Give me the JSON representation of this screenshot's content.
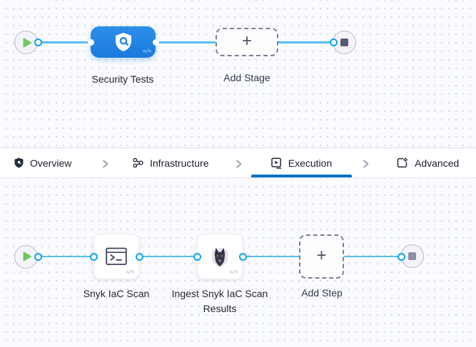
{
  "stage_pipeline": {
    "stage": {
      "label": "Security Tests"
    },
    "add_stage": {
      "label": "Add Stage",
      "plus": "+"
    },
    "code_glyph": "</>"
  },
  "tabs": {
    "items": [
      {
        "label": "Overview",
        "icon": "shield-icon",
        "active": false
      },
      {
        "label": "Infrastructure",
        "icon": "nodes-icon",
        "active": false
      },
      {
        "label": "Execution",
        "icon": "play-square-icon",
        "active": true
      },
      {
        "label": "Advanced",
        "icon": "gear-square-icon",
        "active": false
      }
    ]
  },
  "step_pipeline": {
    "steps": [
      {
        "label": "Snyk IaC Scan",
        "icon": "terminal-icon"
      },
      {
        "label": "Ingest Snyk IaC Scan Results",
        "icon": "snyk-dog-icon"
      }
    ],
    "add_step": {
      "label": "Add Step",
      "plus": "+"
    },
    "code_glyph": "</>"
  },
  "colors": {
    "stage_blue": "#1f87e4",
    "connector_blue": "#57bdee",
    "port_ring_blue": "#0aa3f2",
    "tab_underline_blue": "#0e6fcb",
    "play_green": "#6ec95f",
    "stop_dark": "#565b77",
    "stop_light": "#8d90a2",
    "dashed_gray": "#7c8095"
  }
}
